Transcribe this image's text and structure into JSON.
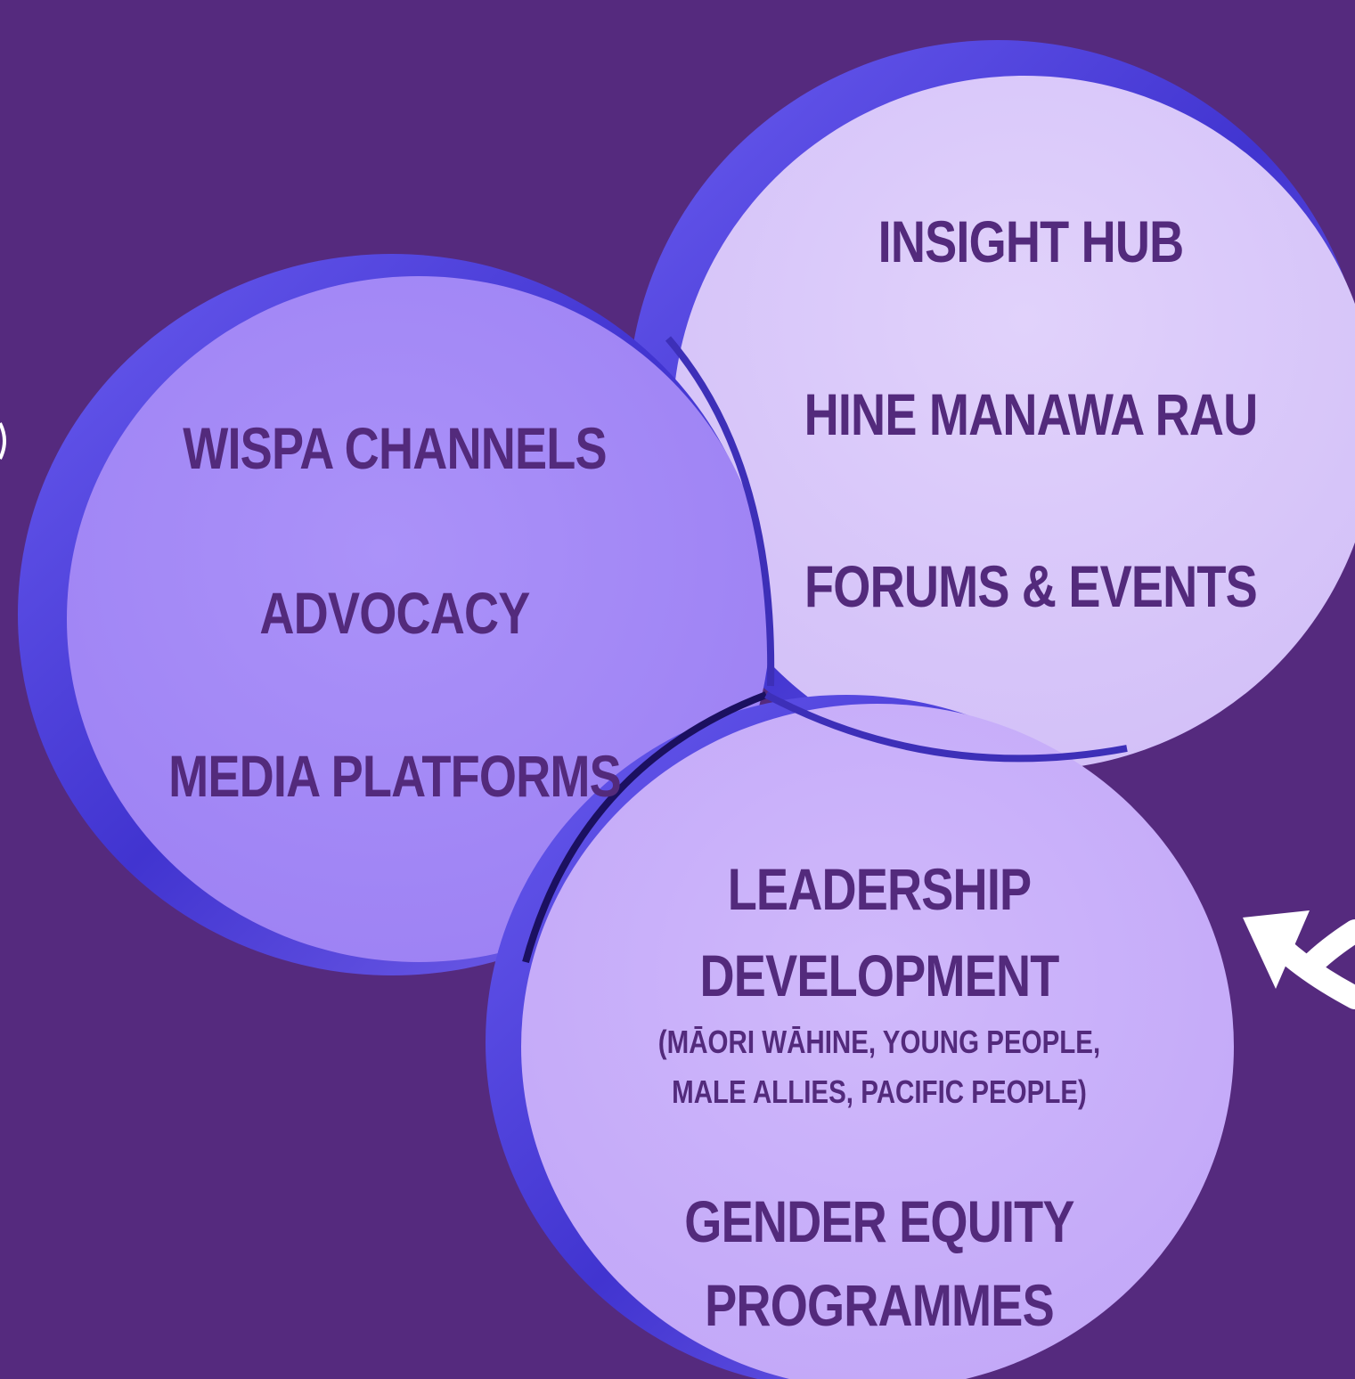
{
  "circles": {
    "left": {
      "color": "#a589f7",
      "items": [
        "WISPA CHANNELS",
        "ADVOCACY",
        "MEDIA PLATFORMS"
      ]
    },
    "top_right": {
      "color": "#dccbfa",
      "items": [
        "INSIGHT HUB",
        "HINE MANAWA RAU",
        "FORUMS & EVENTS"
      ]
    },
    "bottom": {
      "color": "#cbb2fb",
      "leadership_line1": "LEADERSHIP",
      "leadership_line2": "DEVELOPMENT",
      "leadership_note_line1": "(MĀORI WĀHINE, YOUNG PEOPLE,",
      "leadership_note_line2": "MALE ALLIES, PACIFIC PEOPLE)",
      "equity_line1": "GENDER EQUITY",
      "equity_line2": "PROGRAMMES"
    }
  },
  "colors": {
    "background": "#552a7e",
    "text": "#532a7c",
    "rim": "#4a3ad6",
    "arrow": "#ffffff"
  },
  "icons": [
    "curved-arrow-icon"
  ]
}
